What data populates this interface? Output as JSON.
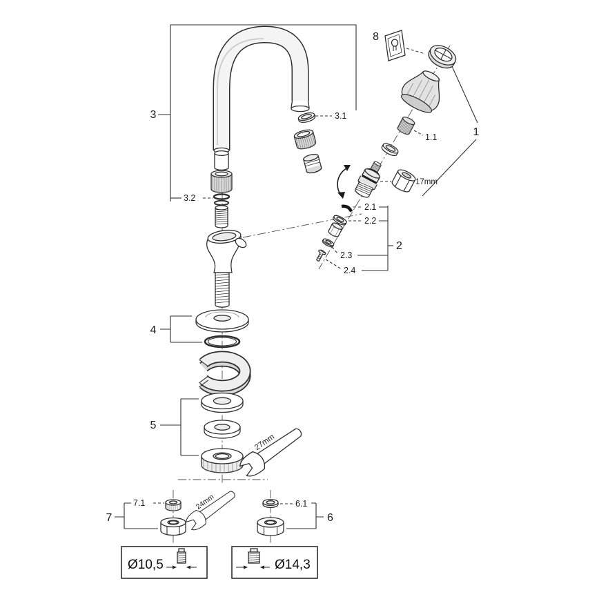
{
  "page": {
    "background": "#ffffff",
    "line_color": "#2e2e2e"
  },
  "diagram": {
    "labels": {
      "part8": "8",
      "part3": "3",
      "part3_1": "3.1",
      "part3_2": "3.2",
      "part1": "1",
      "part1_1": "1.1",
      "hex17": "17mm",
      "part2_1": "2.1",
      "part2_2": "2.2",
      "part2": "2",
      "part2_3": "2.3",
      "part2_4": "2.4",
      "part4": "4",
      "part5": "5",
      "wrench27": "27mm",
      "part7": "7",
      "part7_1": "7.1",
      "wrench24": "24mm",
      "part6_1": "6.1",
      "part6": "6",
      "dim_small": "Ø10,5",
      "dim_large": "Ø14,3"
    }
  }
}
